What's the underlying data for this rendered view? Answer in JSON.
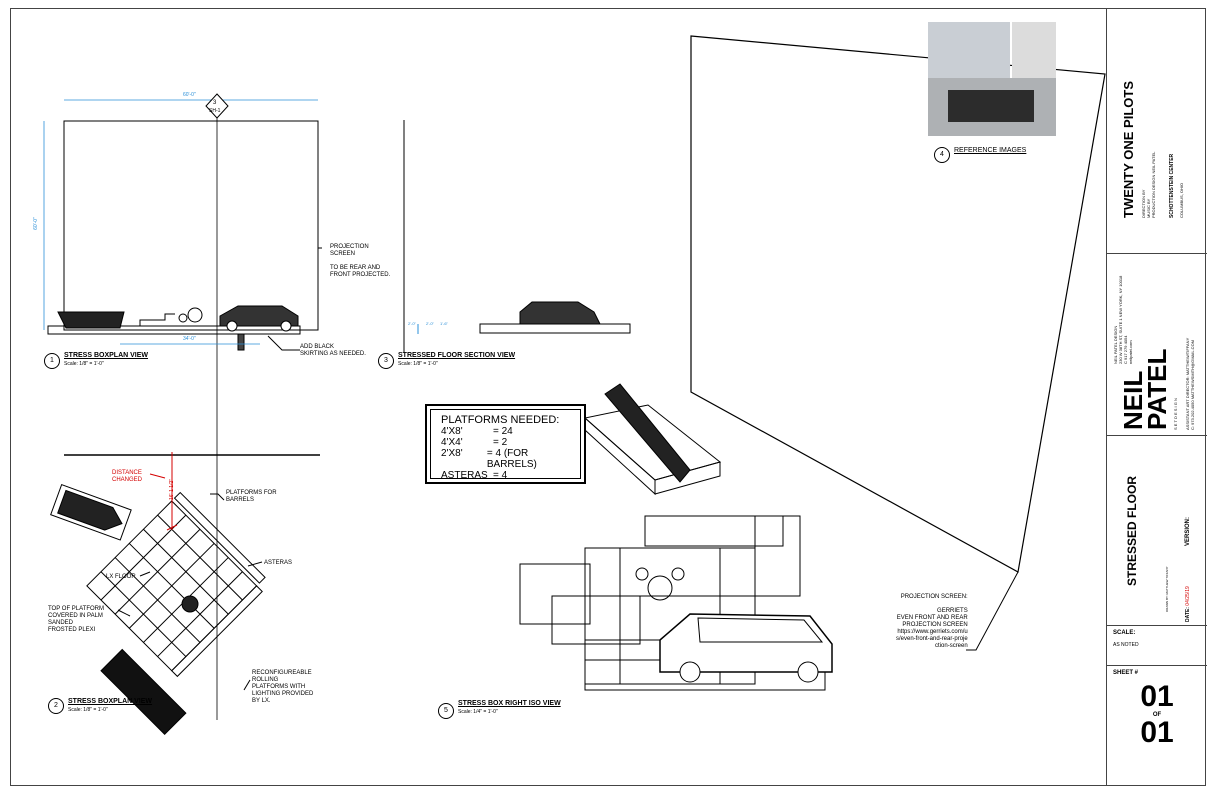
{
  "views": {
    "v1": {
      "number": "1",
      "title": "STRESS BOXPLAN VIEW",
      "scale": "Scale: 1/8\" = 1'-0\""
    },
    "v2": {
      "number": "2",
      "title": "STRESS BOXPLAN VIEW",
      "scale": "Scale: 1/8\" = 1'-0\""
    },
    "v3": {
      "number": "3",
      "title": "STRESSED FLOOR SECTION VIEW",
      "scale": "Scale: 1/8\" = 1'-0\""
    },
    "v4": {
      "number": "4",
      "title": "REFERENCE IMAGES"
    },
    "v5": {
      "number": "5",
      "title": "STRESS BOX RIGHT ISO VIEW",
      "scale": "Scale: 1/4\" = 1'-0\""
    }
  },
  "section_marker": {
    "number": "3",
    "sheet": "SH-1"
  },
  "dimensions": {
    "top_width": "60'-0\"",
    "left_height": "60'-0\"",
    "bottom_width": "34'-0\"",
    "distance": "16'-1 1/2\"",
    "sec_a": "2'-0\"",
    "sec_b": "2'-0\"",
    "sec_c": "1'-6\""
  },
  "notes": {
    "projection": [
      "PROJECTION",
      "SCREEN",
      "",
      "TO BE REAR AND",
      "FRONT PROJECTED."
    ],
    "skirting": [
      "ADD BLACK",
      "SKIRTING AS NEEDED."
    ],
    "distance_changed": [
      "DISTANCE",
      "CHANGED"
    ],
    "platforms_barrels": [
      "PLATFORMS FOR",
      "BARRELS"
    ],
    "asteras": "ASTERAS",
    "lx_floor": "LX FLOOR",
    "top_platform": [
      "TOP OF PLATFORM",
      "COVERED IN PALM",
      "SANDED",
      "FROSTED PLEXI"
    ],
    "reconfig": [
      "RECONFIGUREABLE",
      "ROLLING",
      "PLATFORMS WITH",
      "LIGHTING PROVIDED",
      "BY LX."
    ],
    "projection_screen": [
      "PROJECTION SCREEN:",
      "",
      "GERRIETS",
      "EVEN FRONT AND REAR",
      "PROJECTION SCREEN",
      "https://www.gerriets.com/u",
      "s/even-front-and-rear-proje",
      "ction-screen"
    ]
  },
  "platforms": {
    "heading": "PLATFORMS NEEDED:",
    "rows": [
      {
        "k": "4'X8'",
        "v": "= 24"
      },
      {
        "k": "4'X4'",
        "v": "= 2"
      },
      {
        "k": "2'X8'",
        "v": "= 4 (FOR BARRELS)"
      },
      {
        "k": "ASTERAS",
        "v": "= 4"
      }
    ]
  },
  "title_block": {
    "show": "TWENTY ONE PILOTS",
    "credits": [
      "DIRECTION BY",
      "MUSIC BY",
      "PRODUCTION DESIGN NEIL PATEL"
    ],
    "venue": "SCHOTTENSTEIN CENTER",
    "city": "COLUMBUS, OHIO",
    "designer_line1": "NEIL",
    "designer_line2": "PATEL",
    "set_design": "S E T   D E S I G N",
    "firm_info": [
      "NEIL PATEL DESIGN",
      "230 W 38TH ST, SUITE 1 NEW YORK, NY 10018",
      "C 917 279 4054",
      "neilpatel.com"
    ],
    "assistant": [
      "ASSISTANT ART DIRECTOR: MATTHEW/TIFFANY",
      "C: 973.202.4050 MATTHEWSMITH@GMAIL.COM"
    ],
    "drawing_title": "STRESSED FLOOR",
    "version_label": "VERSION:",
    "drawn_by": "DRAWN BY: MATTHEW TIFFANY",
    "date_label": "DATE:",
    "date_value": "04/25/19",
    "scale_label": "SCALE:",
    "scale_value": "AS NOTED",
    "sheet_label": "SHEET #",
    "sheet_num": "01",
    "of": "OF",
    "sheet_total": "01"
  },
  "colors": {
    "accent_red": "#d40000",
    "dimension_blue": "#2a8fd8",
    "line": "#000000"
  }
}
